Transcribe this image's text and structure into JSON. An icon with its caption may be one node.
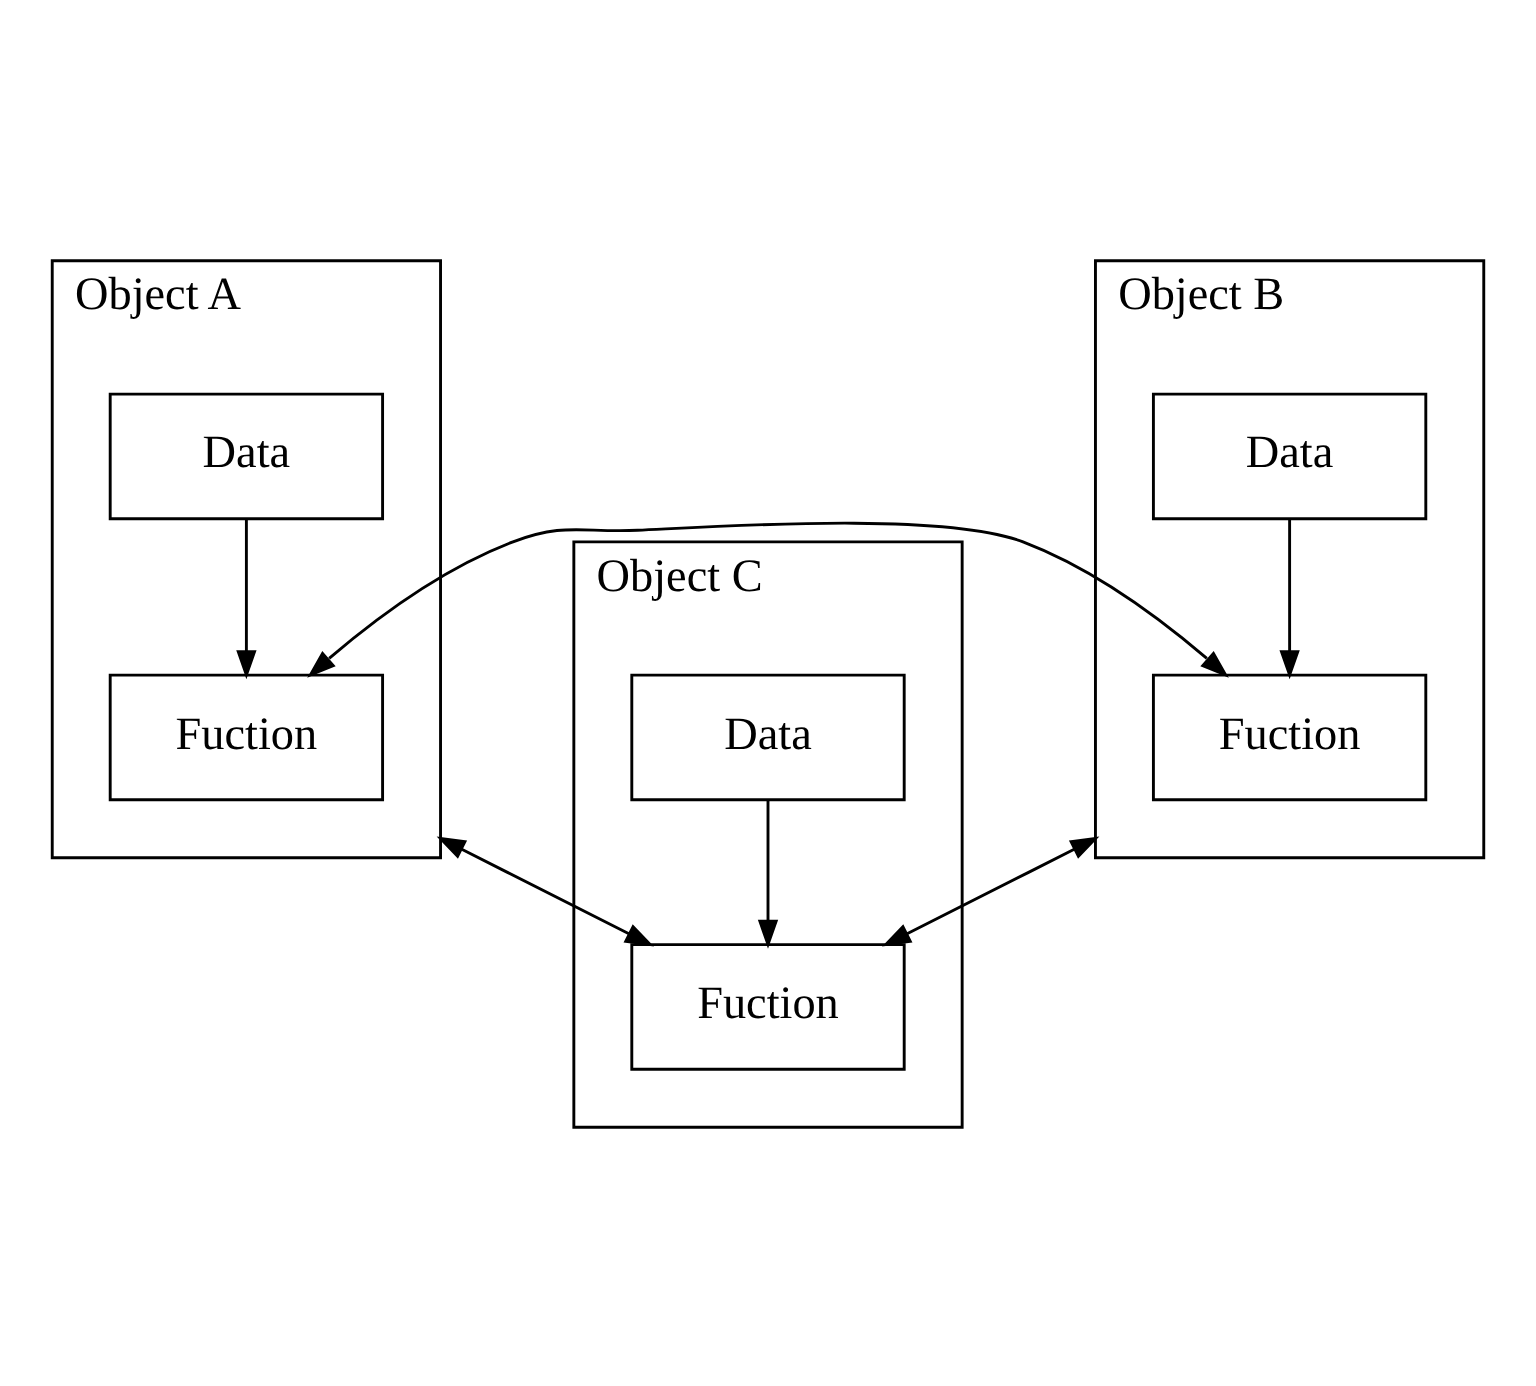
{
  "diagram": {
    "nodes": [
      {
        "text": [
          "Object A"
        ]
      },
      {
        "text": [
          "Data"
        ],
        "in": 0
      },
      {
        "text": [
          "Fuction"
        ],
        "in": 0
      },
      {
        "text": [
          "Object B"
        ]
      },
      {
        "text": [
          "Data"
        ],
        "in": 3
      },
      {
        "text": [
          "Fuction"
        ],
        "in": 3
      },
      {
        "text": [
          "Object C"
        ]
      },
      {
        "text": [
          "Data"
        ],
        "in": 6
      },
      {
        "text": [
          "Fuction"
        ],
        "in": 6
      }
    ],
    "edges": [
      {
        "from": 1,
        "to": 2,
        "arrow": "to"
      },
      {
        "from": 4,
        "to": 5,
        "arrow": "to"
      },
      {
        "from": 7,
        "to": 8,
        "arrow": "to"
      },
      {
        "from": 2,
        "to": 5,
        "arrow": "both"
      },
      {
        "from": 0,
        "to": 8,
        "arrow": "both"
      },
      {
        "from": 3,
        "to": 8,
        "arrow": "both"
      }
    ]
  }
}
